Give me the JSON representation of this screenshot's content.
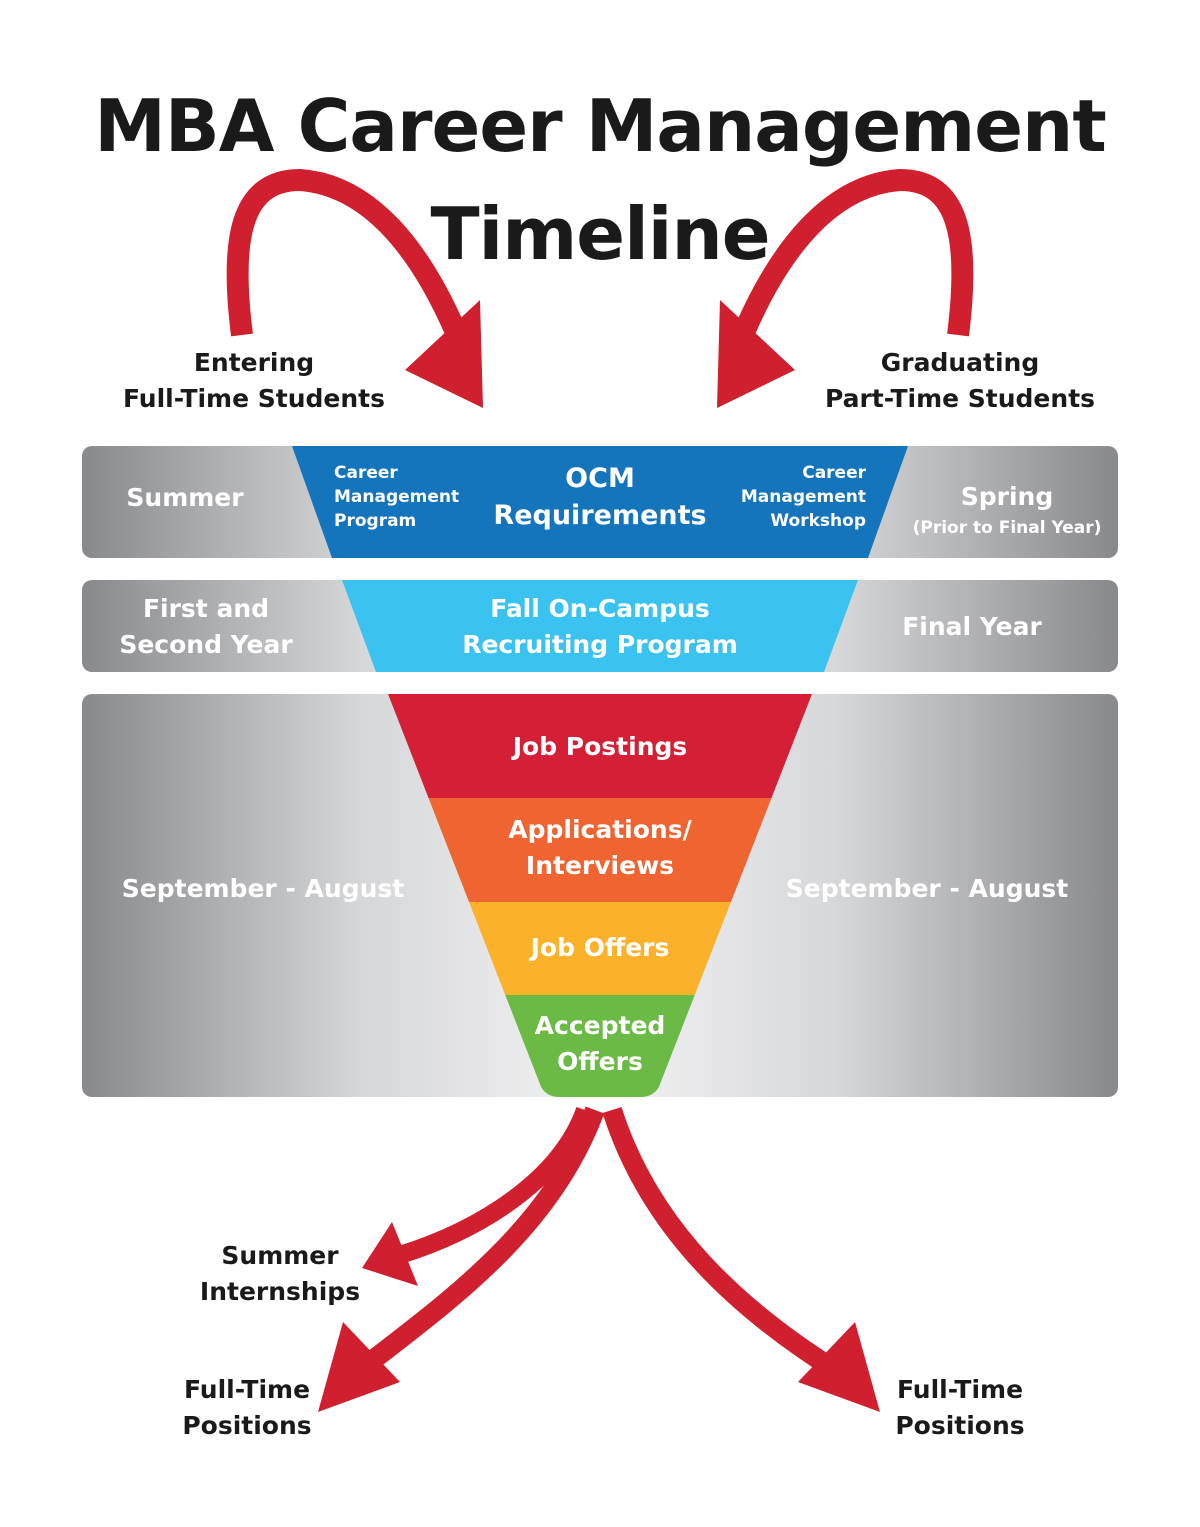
{
  "title": "MBA Career Management\nTimeline",
  "entry": {
    "left": "Entering\nFull-Time Students",
    "right": "Graduating\nPart-Time Students"
  },
  "band1": {
    "left": "Summer",
    "right_main": "Spring",
    "right_sub": "(Prior to Final Year)",
    "center_left": "Career\nManagement\nProgram",
    "center_main": "OCM\nRequirements",
    "center_right": "Career\nManagement\nWorkshop"
  },
  "band2": {
    "left": "First and\nSecond Year",
    "center": "Fall On-Campus\nRecruiting Program",
    "right": "Final Year"
  },
  "band3": {
    "left": "September - August",
    "right": "September - August"
  },
  "funnel": [
    {
      "label": "Job Postings",
      "color": "#d41f36"
    },
    {
      "label": "Applications/\nInterviews",
      "color": "#ef6430"
    },
    {
      "label": "Job Offers",
      "color": "#fbb22a"
    },
    {
      "label": "Accepted\nOffers",
      "color": "#6cba46"
    }
  ],
  "outcomes": {
    "internships": "Summer\nInternships",
    "fulltime_left": "Full-Time\nPositions",
    "fulltime_right": "Full-Time\nPositions"
  },
  "colors": {
    "arrow": "#d0202f",
    "ocm_blue": "#1475bc",
    "fall_cyan": "#3ac3f0"
  }
}
